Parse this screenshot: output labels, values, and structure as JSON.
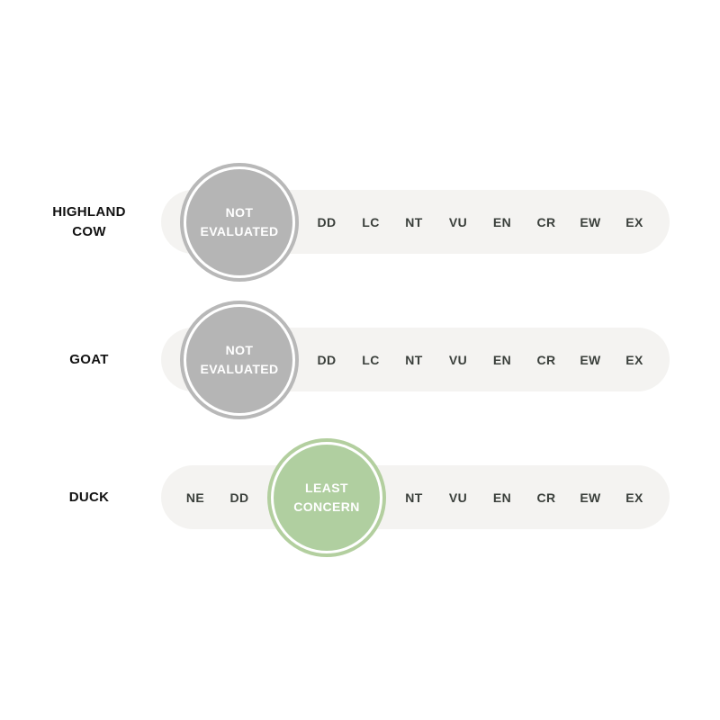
{
  "colors": {
    "track": "#f4f3f1",
    "not_evaluated": "#b5b5b5",
    "least_concern": "#b0cfa0",
    "category_text": "#3a3f3b"
  },
  "rows": [
    {
      "label": "HIGHLAND\nCOW",
      "status": "NE",
      "badge_text": "NOT\nEVALUATED",
      "categories": [
        "NE",
        "DD",
        "LC",
        "NT",
        "VU",
        "EN",
        "CR",
        "EW",
        "EX"
      ]
    },
    {
      "label": "GOAT",
      "status": "NE",
      "badge_text": "NOT\nEVALUATED",
      "categories": [
        "NE",
        "DD",
        "LC",
        "NT",
        "VU",
        "EN",
        "CR",
        "EW",
        "EX"
      ]
    },
    {
      "label": "DUCK",
      "status": "LC",
      "badge_text": "LEAST\nCONCERN",
      "categories": [
        "NE",
        "DD",
        "LC",
        "NT",
        "VU",
        "EN",
        "CR",
        "EW",
        "EX"
      ]
    }
  ]
}
